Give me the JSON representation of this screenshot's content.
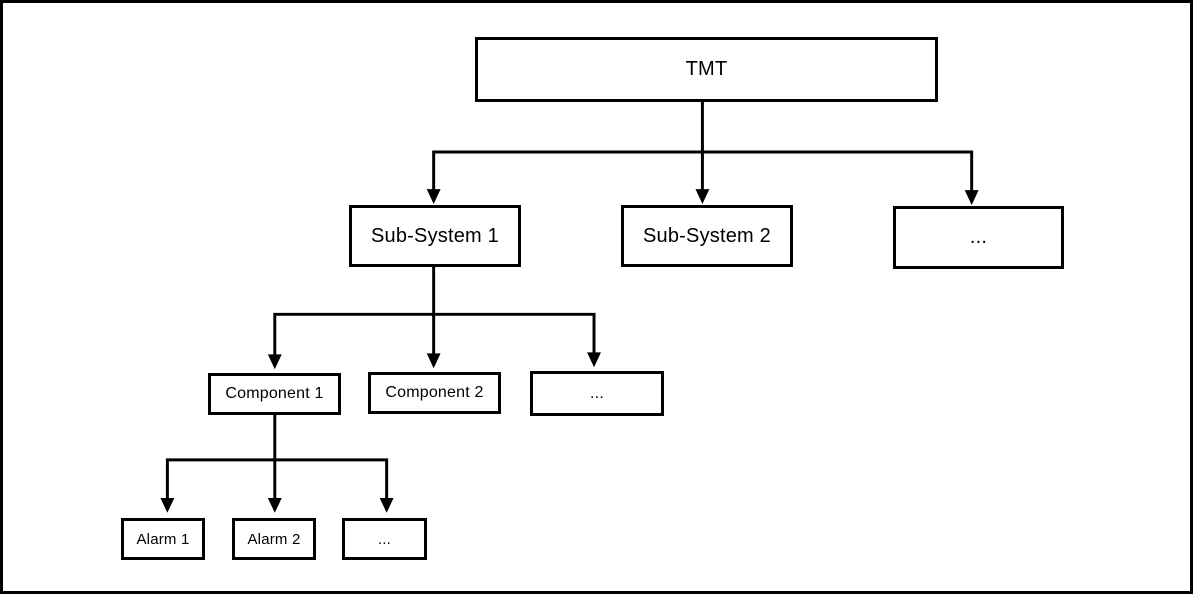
{
  "diagram": {
    "type": "tree",
    "colors": {
      "background": "#ffffff",
      "line": "#000000",
      "box_border": "#000000",
      "box_fill": "#ffffff",
      "text": "#000000"
    },
    "nodes": {
      "root": {
        "label": "TMT"
      },
      "subsystem_1": {
        "label": "Sub-System 1"
      },
      "subsystem_2": {
        "label": "Sub-System 2"
      },
      "subsystem_more": {
        "label": "..."
      },
      "component_1": {
        "label": "Component 1"
      },
      "component_2": {
        "label": "Component 2"
      },
      "component_more": {
        "label": "..."
      },
      "alarm_1": {
        "label": "Alarm 1"
      },
      "alarm_2": {
        "label": "Alarm 2"
      },
      "alarm_more": {
        "label": "..."
      }
    },
    "edges": [
      {
        "from": "root",
        "to": "subsystem_1"
      },
      {
        "from": "root",
        "to": "subsystem_2"
      },
      {
        "from": "root",
        "to": "subsystem_more"
      },
      {
        "from": "subsystem_1",
        "to": "component_1"
      },
      {
        "from": "subsystem_1",
        "to": "component_2"
      },
      {
        "from": "subsystem_1",
        "to": "component_more"
      },
      {
        "from": "component_1",
        "to": "alarm_1"
      },
      {
        "from": "component_1",
        "to": "alarm_2"
      },
      {
        "from": "component_1",
        "to": "alarm_more"
      }
    ]
  }
}
